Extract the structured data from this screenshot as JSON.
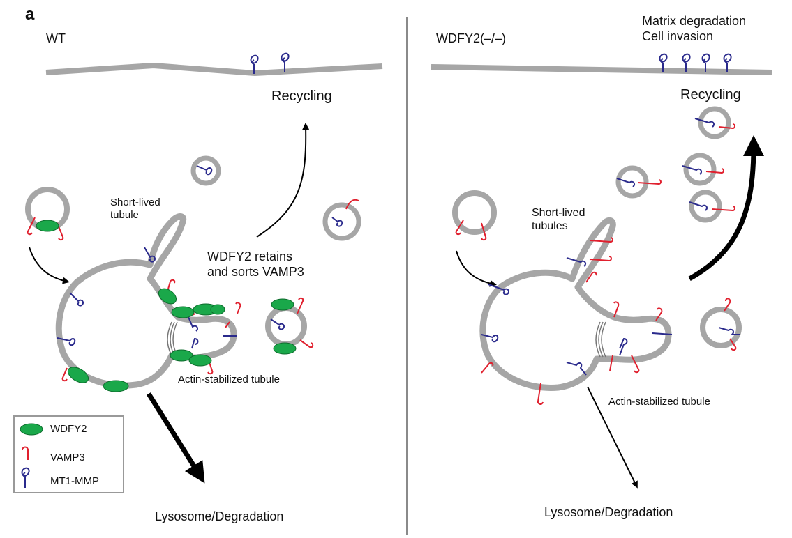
{
  "panel_letter": "a",
  "left": {
    "title": "WT",
    "recycling": "Recycling",
    "short_lived": "Short-lived\ntubule",
    "retains": "WDFY2 retains\nand sorts VAMP3",
    "actin": "Actin-stabilized tubule",
    "lysosome": "Lysosome/Degradation"
  },
  "right": {
    "title": "WDFY2(–/–)",
    "matrix": "Matrix degradation\nCell invasion",
    "recycling": "Recycling",
    "short_lived": "Short-lived\ntubules",
    "actin": "Actin-stabilized tubule",
    "lysosome": "Lysosome/Degradation"
  },
  "legend": {
    "items": [
      {
        "label": "WDFY2",
        "icon": "green-ellipse-icon"
      },
      {
        "label": "VAMP3",
        "icon": "red-hook-icon"
      },
      {
        "label": "MT1-MMP",
        "icon": "blue-loop-icon"
      }
    ]
  },
  "colors": {
    "membrane": "#a6a6a6",
    "wdfy2": "#1aa84a",
    "vamp3": "#e0202e",
    "mt1mmp": "#2a2a8c",
    "arrow": "#000000",
    "divider": "#8a8a8a"
  }
}
